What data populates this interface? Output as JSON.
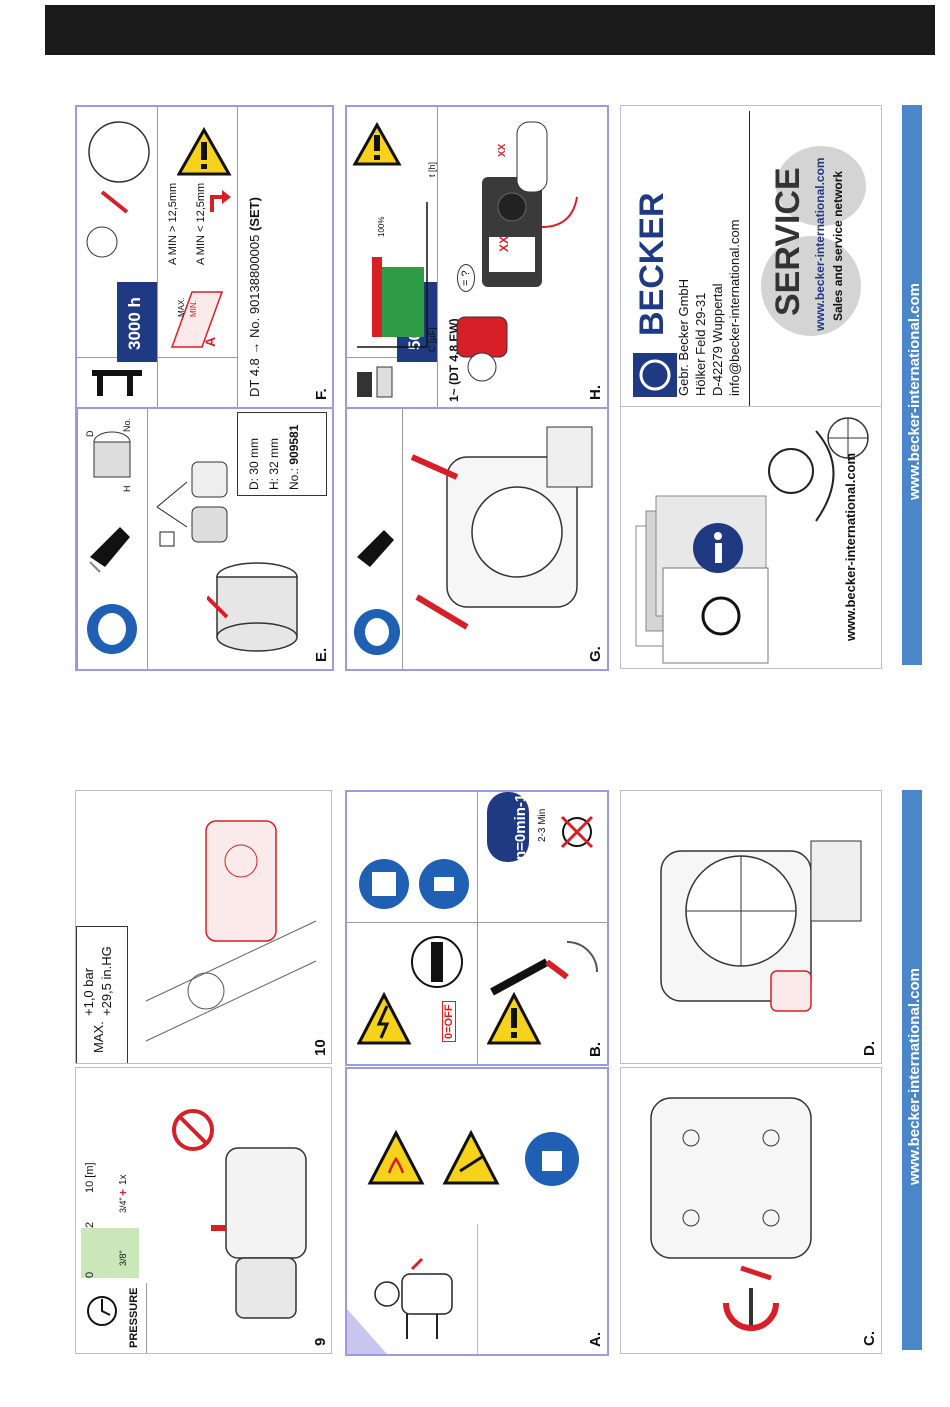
{
  "panels": {
    "p9": {
      "label": "9",
      "pressure_label": "PRESSURE",
      "scale_0": "0",
      "scale_2": "2",
      "scale_10m": "10 [m]",
      "fitting_38": "3/8\"",
      "fitting_34": "3/4\"",
      "plus": "+",
      "one_x": "1x"
    },
    "p10": {
      "label": "10",
      "max_label": "MAX.",
      "max_bar": "+1,0 bar",
      "max_inhg": "+29,5 in.HG"
    },
    "pA": {
      "label": "A."
    },
    "pB": {
      "label": "B.",
      "off_label": "0=OFF",
      "n_zero": "n=0min-1",
      "wait_time": "2-3 Min"
    },
    "pC": {
      "label": "C."
    },
    "pD": {
      "label": "D."
    },
    "pE": {
      "label": "E.",
      "dims_d": "D: 30 mm",
      "dims_h": "H: 32 mm",
      "dims_no_prefix": "No.: ",
      "dims_no_value": "909581",
      "icon_d": "D",
      "icon_h": "H",
      "icon_no": "No."
    },
    "pF": {
      "label": "F.",
      "interval": "3000 h",
      "amin_gt": "A MIN > 12,5mm",
      "amin_lt": "A MIN < 12,5mm",
      "set_line": "DT 4.8 → No. 90138800005",
      "set_suffix": "(SET)",
      "max": "MAX.",
      "min": "MIN.",
      "a": "A"
    },
    "pG": {
      "label": "G."
    },
    "pH": {
      "label": "H.",
      "interval": "500 h",
      "cap_axis": "C [µF]",
      "time_axis": "t [h]",
      "percent": "100%",
      "dt48ew": "1~ (DT 4.8 EW)",
      "xx": "XX",
      "unknown": "= ?",
      "xx2": "XX"
    },
    "service": {
      "brand": "BECKER",
      "company": "Gebr. Becker GmbH",
      "street": "Hölker Feld 29-31",
      "city": "D-42279 Wuppertal",
      "email": "info@becker-international.com",
      "service_title": "SERVICE",
      "service_url": "www.becker-international.com",
      "service_network": "Sales and service network"
    },
    "info": {
      "url": "www.becker-international.com"
    }
  },
  "footer": {
    "left_url": "www.becker-international.com",
    "right_url": "www.becker-international.com"
  },
  "colors": {
    "header": "#1b1b1b",
    "footer": "#4a86c8",
    "navy": "#1f3a82",
    "warning_yellow": "#f6d21b",
    "red": "#d61f26",
    "green": "#2e9b45",
    "highlight_border": "#9c9ae0"
  }
}
